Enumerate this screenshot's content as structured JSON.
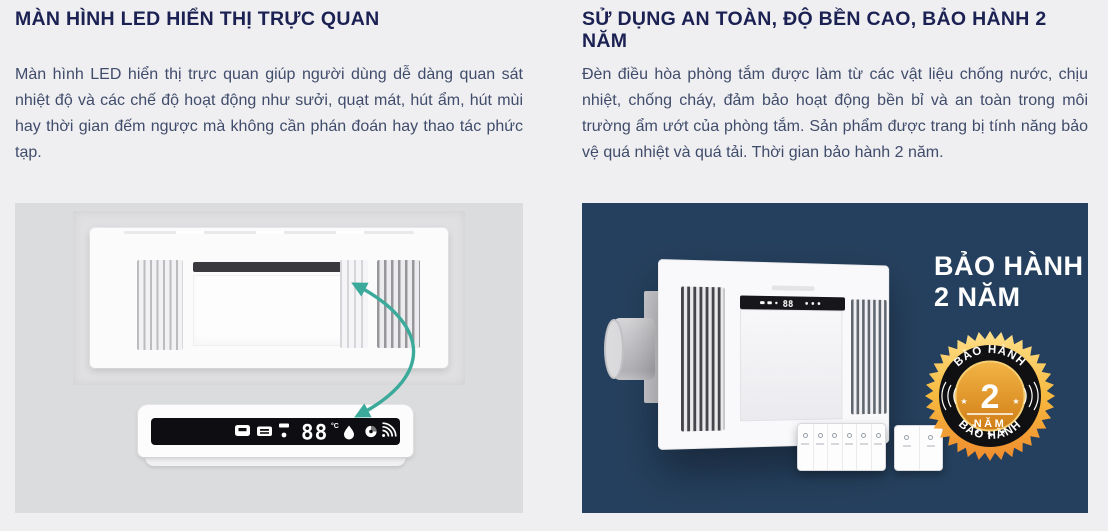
{
  "left_section": {
    "title": "MÀN HÌNH LED HIỂN THỊ TRỰC QUAN",
    "paragraph": "Màn hình LED hiển thị trực quan giúp người dùng dễ dàng quan sát nhiệt độ và các chế độ hoạt động như sưởi, quạt mát, hút ẩm, hút mùi hay thời gian đếm ngược mà không cần phán đoán hay thao tác phức tạp."
  },
  "right_section": {
    "title": "SỬ DỤNG AN TOÀN, ĐỘ BỀN CAO, BẢO HÀNH 2 NĂM",
    "paragraph": "Đèn điều hòa phòng tắm được làm từ các vật liệu chống nước, chịu nhiệt, chống cháy, đảm bảo hoạt động bền bỉ và an toàn trong môi trường ẩm ướt của phòng tắm. Sản phẩm được trang bị tính năng bảo vệ quá nhiệt và quá tải. Thời gian bảo hành 2 năm."
  },
  "led_panel": {
    "temperature": "88",
    "unit": "°C",
    "icons": [
      "heater-icon",
      "vent-icon",
      "status-dot-icon",
      "water-drop-icon",
      "fan-icon",
      "wifi-icon"
    ]
  },
  "warranty": {
    "line1": "BẢO HÀNH",
    "line2": "2 NĂM",
    "badge": {
      "arc_top": "BẢO HÀNH",
      "arc_bottom": "BẢO HÀNH",
      "number": "2",
      "label": "NĂM"
    }
  },
  "colors": {
    "heading": "#1b2152",
    "body_text": "#404c6b",
    "accent_teal": "#3baa9a",
    "navy_background": "#25405e",
    "badge_gold": "#f6b93f",
    "badge_ring": "#101013"
  }
}
